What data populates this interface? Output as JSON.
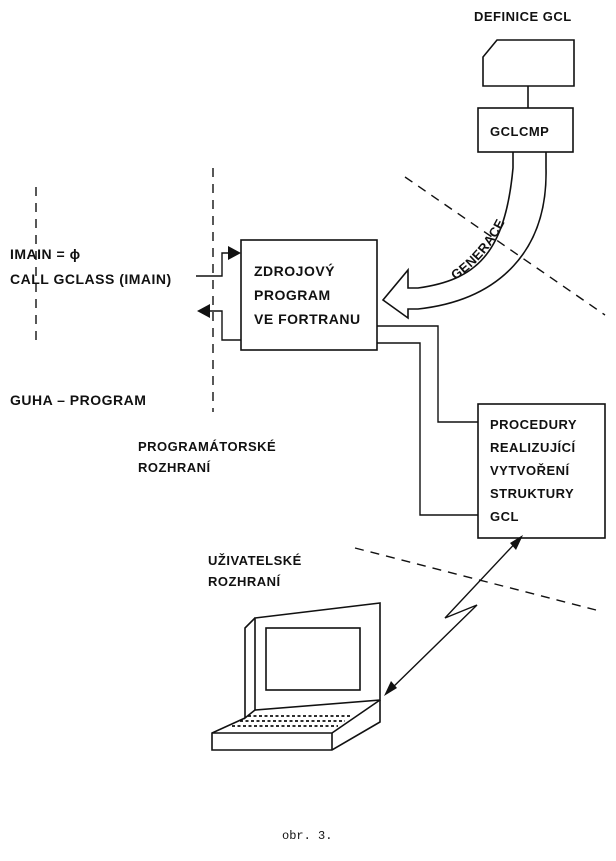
{
  "labels": {
    "definice_gcl": "DEFINICE GCL",
    "gclcmp": "GCLCMP",
    "generace": "GENERACE",
    "imain_line": "IMAIN = ϕ",
    "call_line": "CALL GCLASS (IMAIN)",
    "guha_program": "GUHA – PROGRAM",
    "zdrojovy": "ZDROJOVÝ",
    "program": "PROGRAM",
    "ve_fortranu": "VE FORTRANU",
    "programatorske": "PROGRAMÁTORSKÉ",
    "rozhrani_prog": "ROZHRANÍ",
    "procedury": "PROCEDURY",
    "realizujici": "REALIZUJÍCÍ",
    "vytvoreni": "VYTVOŘENÍ",
    "struktury": "STRUKTURY",
    "gcl": "GCL",
    "uzivatelske": "UŽIVATELSKÉ",
    "rozhrani_uziv": "ROZHRANÍ",
    "caption": "obr. 3."
  },
  "colors": {
    "ink": "#111111",
    "paper": "#ffffff"
  }
}
